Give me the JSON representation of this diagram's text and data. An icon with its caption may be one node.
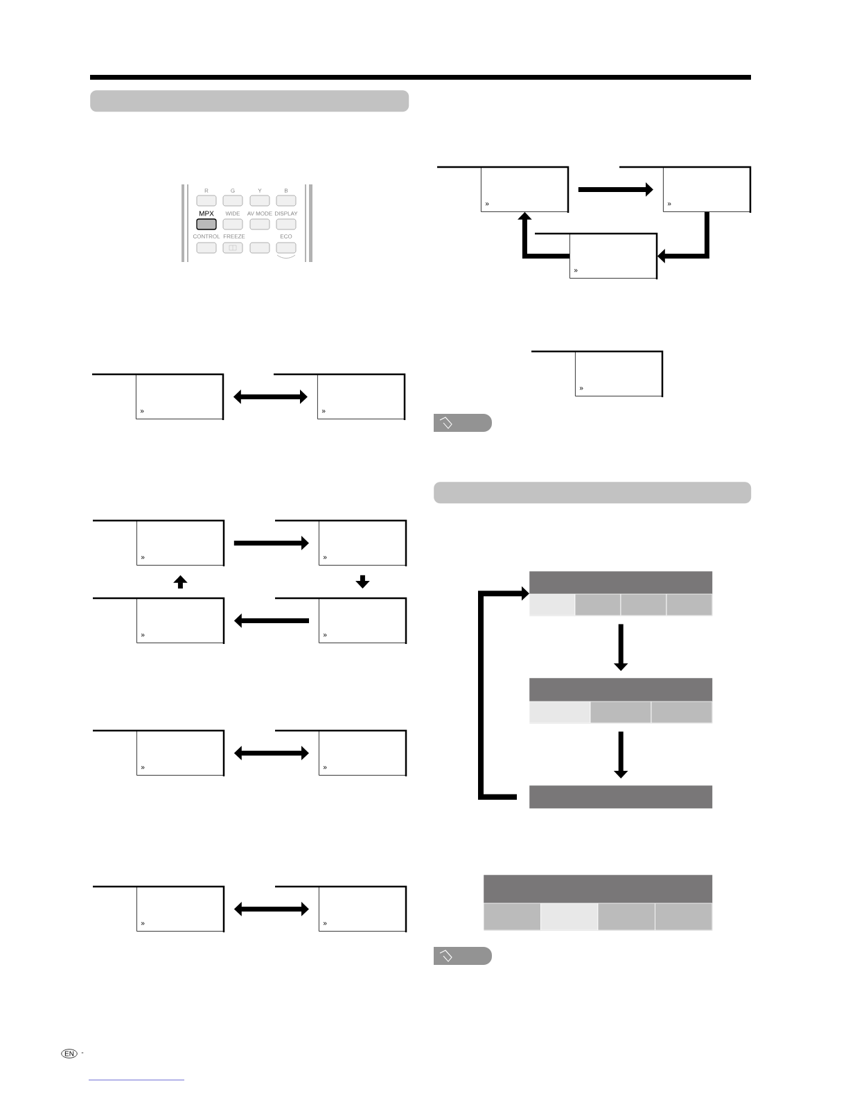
{
  "diagram": {
    "nodes": [
      {
        "text": [
          "»"
        ]
      },
      {
        "text": [
          "»"
        ]
      },
      {
        "text": [
          "»"
        ]
      },
      {
        "text": [
          "»"
        ]
      },
      {
        "text": [
          "»"
        ]
      },
      {
        "text": [
          "»"
        ]
      },
      {
        "text": [
          "»"
        ]
      },
      {
        "text": [
          "»"
        ]
      },
      {
        "text": [
          "»"
        ]
      },
      {
        "text": [
          "»"
        ]
      },
      {
        "text": [
          "»"
        ]
      },
      {
        "text": [
          "»"
        ]
      },
      {
        "text": [
          "»"
        ]
      },
      {
        "text": [
          "»"
        ]
      },
      {
        "text": [],
        "shape": "bar"
      },
      {
        "text": [],
        "shape": "bar"
      },
      {
        "text": [],
        "shape": "bar"
      },
      {
        "text": [],
        "shape": "bar"
      },
      {
        "text": [],
        "shape": "band"
      },
      {
        "text": [],
        "shape": "band"
      }
    ],
    "edges": [
      {
        "from": 0,
        "to": 1,
        "arrow": "both"
      },
      {
        "from": 2,
        "to": 3,
        "arrow": "to"
      },
      {
        "from": 3,
        "to": 5,
        "arrow": "to"
      },
      {
        "from": 5,
        "to": 4,
        "arrow": "to"
      },
      {
        "from": 4,
        "to": 2,
        "arrow": "to"
      },
      {
        "from": 6,
        "to": 7,
        "arrow": "both"
      },
      {
        "from": 8,
        "to": 9,
        "arrow": "both"
      },
      {
        "from": 10,
        "to": 11,
        "arrow": "to"
      },
      {
        "from": 11,
        "to": 12,
        "arrow": "to"
      },
      {
        "from": 12,
        "to": 10,
        "arrow": "to"
      },
      {
        "from": 14,
        "to": 15,
        "arrow": "to"
      },
      {
        "from": 15,
        "to": 16,
        "arrow": "to"
      },
      {
        "from": 16,
        "to": 14,
        "arrow": "to"
      }
    ],
    "labels": [
      "R",
      "G",
      "Y",
      "B",
      "MPX",
      "WIDE",
      "AV MODE",
      "DISPLAY",
      "CONTROL",
      "FREEZE",
      "ECO",
      "EN",
      "-"
    ]
  }
}
